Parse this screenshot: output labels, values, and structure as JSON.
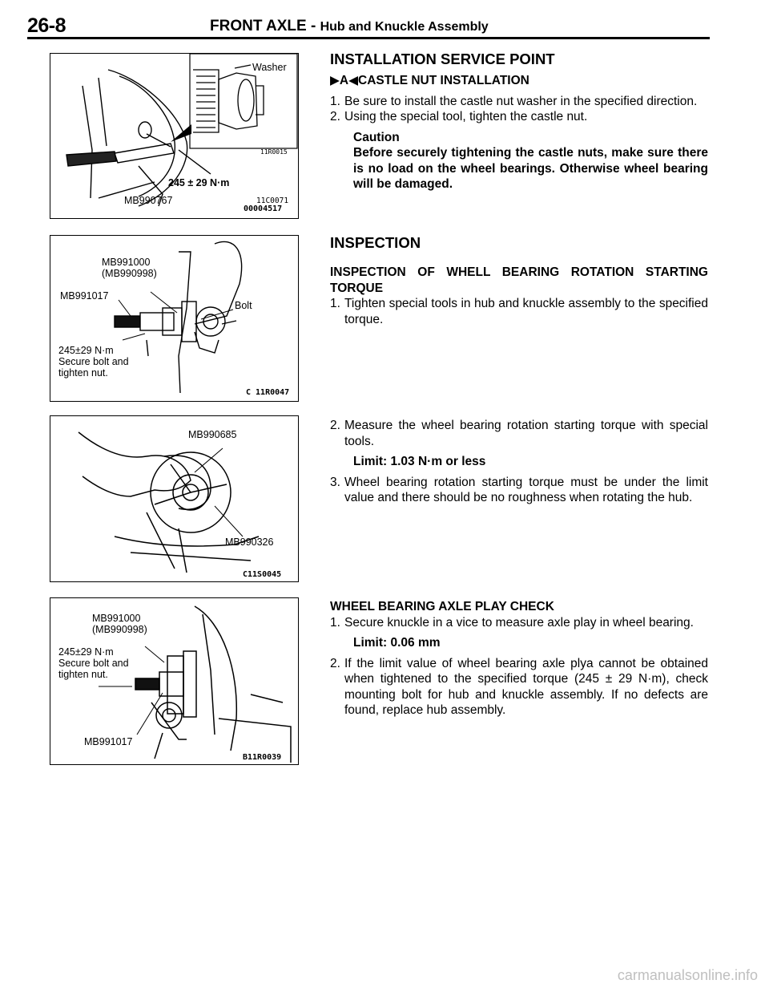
{
  "header": {
    "page_number": "26-8",
    "title": "FRONT AXLE -",
    "subtitle": "Hub and Knuckle Assembly"
  },
  "figure1": {
    "washer": "Washer",
    "torque": "245 ± 29 N·m",
    "tool": "MB990767",
    "code_inset": "11R0015",
    "code_main": "11C0071",
    "code_doc": "00004517"
  },
  "figure2": {
    "tool_a": "MB991000",
    "tool_a_alt": "(MB990998)",
    "tool_b": "MB991017",
    "bolt": "Bolt",
    "torque": "245±29 N·m",
    "note_1": "Secure bolt and",
    "note_2": "tighten nut.",
    "code": "C 11R0047"
  },
  "figure3": {
    "tool_a": "MB990685",
    "tool_b": "MB990326",
    "code": "C11S0045"
  },
  "figure4": {
    "tool_a": "MB991000",
    "tool_a_alt": "(MB990998)",
    "torque": "245±29 N·m",
    "note_1": "Secure bolt and",
    "note_2": "tighten nut.",
    "tool_b": "MB991017",
    "code": "B11R0039"
  },
  "section1": {
    "heading": "INSTALLATION SERVICE POINT",
    "marker_right": "▶",
    "marker_letter": "A",
    "marker_left": "◀",
    "subheading": "CASTLE NUT INSTALLATION",
    "step1_num": "1.",
    "step1": "Be sure to install the castle nut washer in the specified direction.",
    "step2_num": "2.",
    "step2": "Using the special tool, tighten the castle nut.",
    "caution_label": "Caution",
    "caution_text": "Before securely tightening the castle nuts, make sure there is no load on the wheel bearings. Otherwise wheel bearing will be damaged."
  },
  "section2": {
    "heading": "INSPECTION",
    "subheading": "INSPECTION OF WHELL BEARING ROTATION STARTING TORQUE",
    "step1_num": "1.",
    "step1": "Tighten special tools in hub and knuckle assembly to the specified torque."
  },
  "section3": {
    "step2_num": "2.",
    "step2": "Measure the wheel bearing rotation starting torque with special tools.",
    "limit": "Limit: 1.03 N·m or less",
    "step3_num": "3.",
    "step3": "Wheel bearing rotation starting torque must be under the limit value and there should be no roughness when rotating the hub."
  },
  "section4": {
    "heading": "WHEEL BEARING AXLE PLAY CHECK",
    "step1_num": "1.",
    "step1": "Secure knuckle in a vice to measure axle play in wheel bearing.",
    "limit": "Limit: 0.06 mm",
    "step2_num": "2.",
    "step2": "If the limit value of wheel bearing axle plya cannot be obtained when tightened to the specified torque (245 ± 29 N·m), check mounting bolt for hub and knuckle assembly. If no defects are found, replace hub assembly."
  },
  "watermark": "carmanualsonline.info"
}
